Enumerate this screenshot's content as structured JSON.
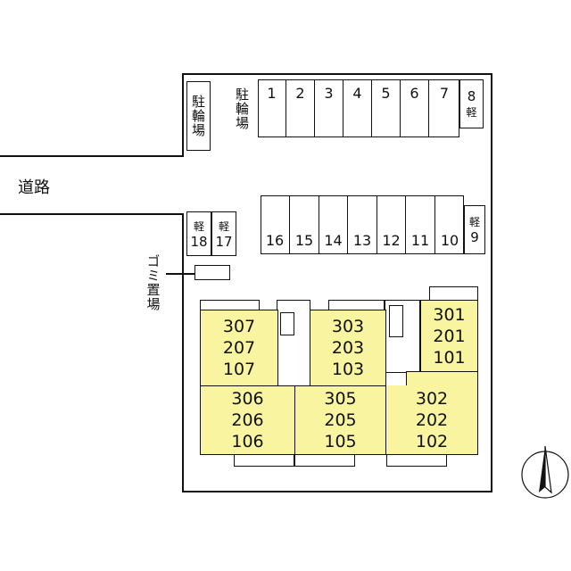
{
  "road": {
    "label": "道路"
  },
  "bike_parking": {
    "label_left": "駐輪場",
    "label_right": "駐輪場"
  },
  "garbage": {
    "label": "ゴミ置場"
  },
  "parking_top": {
    "slots": [
      "1",
      "2",
      "3",
      "4",
      "5",
      "6",
      "7"
    ],
    "kei8": {
      "type": "軽",
      "number": "8"
    }
  },
  "parking_middle": {
    "slots": [
      "16",
      "15",
      "14",
      "13",
      "12",
      "11",
      "10"
    ],
    "kei9": {
      "type": "軽",
      "number": "9"
    }
  },
  "parking_left": {
    "kei18": {
      "type": "軽",
      "number": "18"
    },
    "kei17": {
      "type": "軽",
      "number": "17"
    }
  },
  "units": [
    {
      "id": "307-107",
      "rooms": [
        "307",
        "207",
        "107"
      ]
    },
    {
      "id": "303-103",
      "rooms": [
        "303",
        "203",
        "103"
      ]
    },
    {
      "id": "301-101",
      "rooms": [
        "301",
        "201",
        "101"
      ]
    },
    {
      "id": "306-106",
      "rooms": [
        "306",
        "206",
        "106"
      ]
    },
    {
      "id": "305-105",
      "rooms": [
        "305",
        "205",
        "105"
      ]
    },
    {
      "id": "302-102",
      "rooms": [
        "302",
        "202",
        "102"
      ]
    }
  ],
  "colors": {
    "unit_fill": "#f8f4a0",
    "line": "#111111"
  },
  "compass": {
    "icon": "north-arrow-icon"
  }
}
